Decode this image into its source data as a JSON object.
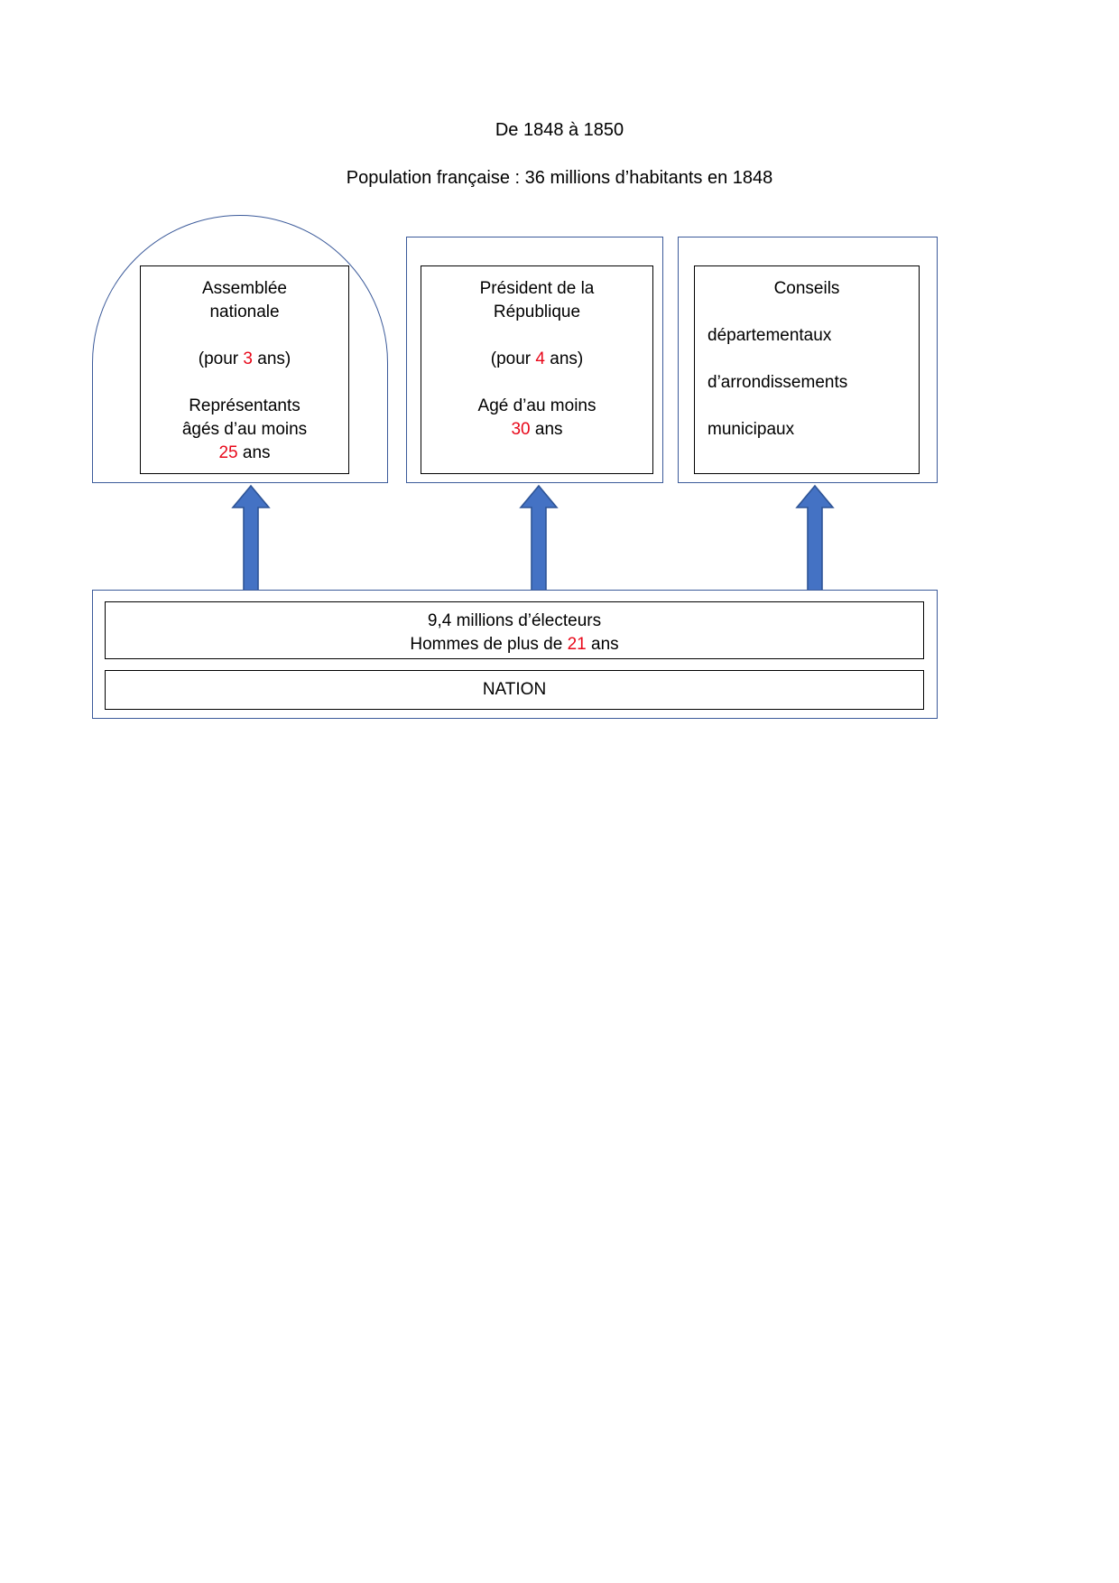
{
  "document": {
    "title": "De 1848 à 1850",
    "subtitle": "Population française : 36 millions d’habitants en 1848"
  },
  "colors": {
    "shell_border": "#3b5a9a",
    "inner_border": "#000000",
    "arrow_fill": "#4472c4",
    "arrow_stroke": "#2e5496",
    "highlight": "#e8081a",
    "text": "#000000",
    "background": "#ffffff"
  },
  "institutions": [
    {
      "id": "assemblee-nationale",
      "shape": "arch",
      "align": "center",
      "lines": [
        {
          "text": "Assemblée"
        },
        {
          "text": "nationale"
        },
        {
          "spacer": true
        },
        {
          "pre": "(pour ",
          "value": "3",
          "post": " ans)"
        },
        {
          "spacer": true
        },
        {
          "text": "Représentants"
        },
        {
          "text": "âgés d’au moins"
        },
        {
          "pre": "",
          "value": "25",
          "post": " ans"
        }
      ]
    },
    {
      "id": "president-republique",
      "shape": "rectangle",
      "align": "center",
      "lines": [
        {
          "text": "Président de la"
        },
        {
          "text": "République"
        },
        {
          "spacer": true
        },
        {
          "pre": "(pour ",
          "value": "4",
          "post": " ans)"
        },
        {
          "spacer": true
        },
        {
          "text": "Agé d’au moins"
        },
        {
          "pre": "",
          "value": "30",
          "post": " ans"
        }
      ]
    },
    {
      "id": "conseils",
      "shape": "rectangle",
      "align": "left",
      "lines": [
        {
          "text": "Conseils",
          "centered": true
        },
        {
          "text": "départementaux"
        },
        {
          "text": "d’arrondissements"
        },
        {
          "text": "municipaux"
        }
      ]
    }
  ],
  "arrows": [
    {
      "id": "arrow-to-assemblee",
      "direction": "up"
    },
    {
      "id": "arrow-to-president",
      "direction": "up"
    },
    {
      "id": "arrow-to-conseils",
      "direction": "up"
    }
  ],
  "nation": {
    "voters": {
      "line1": "9,4 millions d’électeurs",
      "line2_pre": "Hommes de plus de ",
      "line2_value": "21",
      "line2_post": " ans"
    },
    "label": "NATION"
  },
  "chart_data": {
    "type": "diagram",
    "title": "De 1848 à 1850",
    "subtitle": "Population française : 36 millions d’habitants en 1848",
    "nodes": [
      {
        "name": "Assemblée nationale",
        "term_years": 3,
        "min_age_years": 25
      },
      {
        "name": "Président de la République",
        "term_years": 4,
        "min_age_years": 30
      },
      {
        "name": "Conseils départementaux, d’arrondissements, municipaux"
      },
      {
        "name": "NATION",
        "electors_millions": 9.4,
        "elector_min_age_years": 21
      }
    ],
    "edges": [
      {
        "from": "NATION",
        "to": "Assemblée nationale",
        "type": "elects"
      },
      {
        "from": "NATION",
        "to": "Président de la République",
        "type": "elects"
      },
      {
        "from": "NATION",
        "to": "Conseils",
        "type": "elects"
      }
    ]
  }
}
